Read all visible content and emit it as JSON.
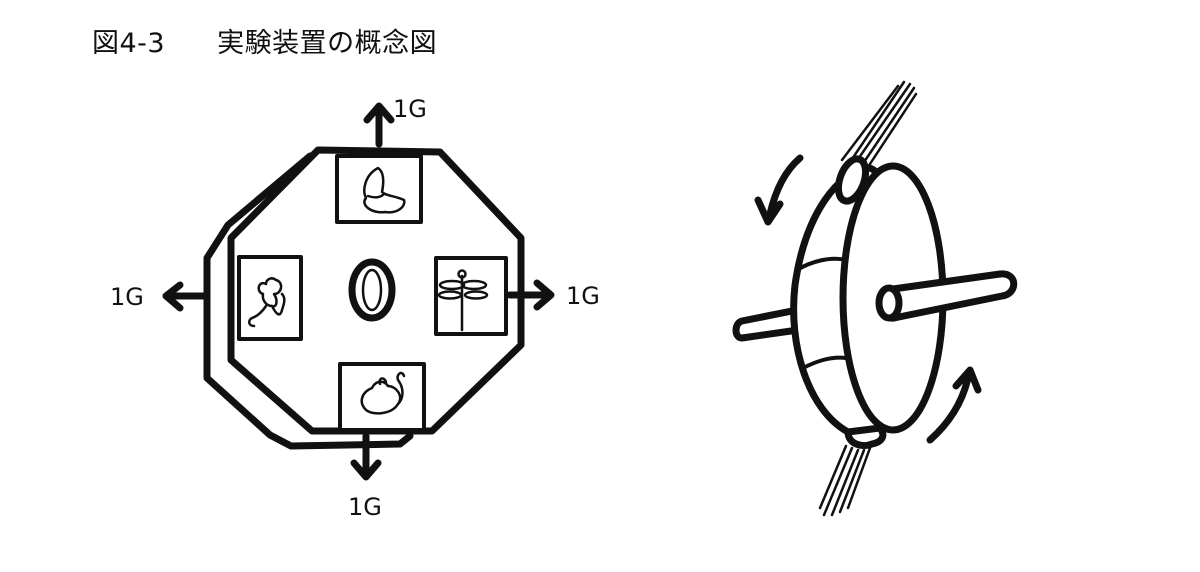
{
  "figure": {
    "number": "図4-3",
    "title": "実験装置の概念図"
  },
  "front_view": {
    "labels": {
      "top": "1G",
      "left": "1G",
      "right": "1G",
      "bottom": "1G"
    },
    "center_mark": "0"
  }
}
